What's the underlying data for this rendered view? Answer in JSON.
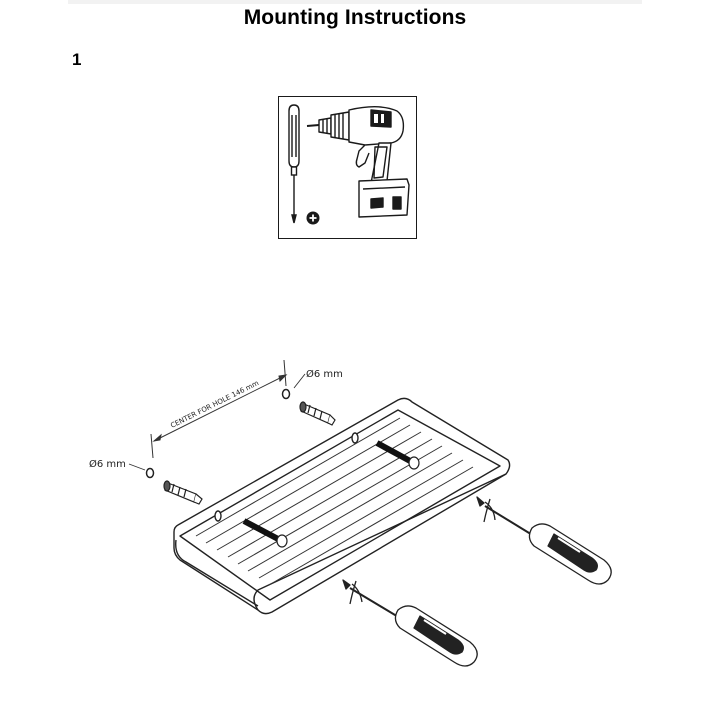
{
  "page": {
    "title": "Mounting Instructions",
    "step_number": "1"
  },
  "tools": {
    "items": [
      "screwdriver-icon",
      "power-drill-icon",
      "phillips-plus-icon"
    ]
  },
  "diagram": {
    "hole_diameter_left": "Ø6 mm",
    "hole_diameter_right": "Ø6 mm",
    "hole_spacing_label": "CENTER FOR HOLE 146 mm"
  }
}
